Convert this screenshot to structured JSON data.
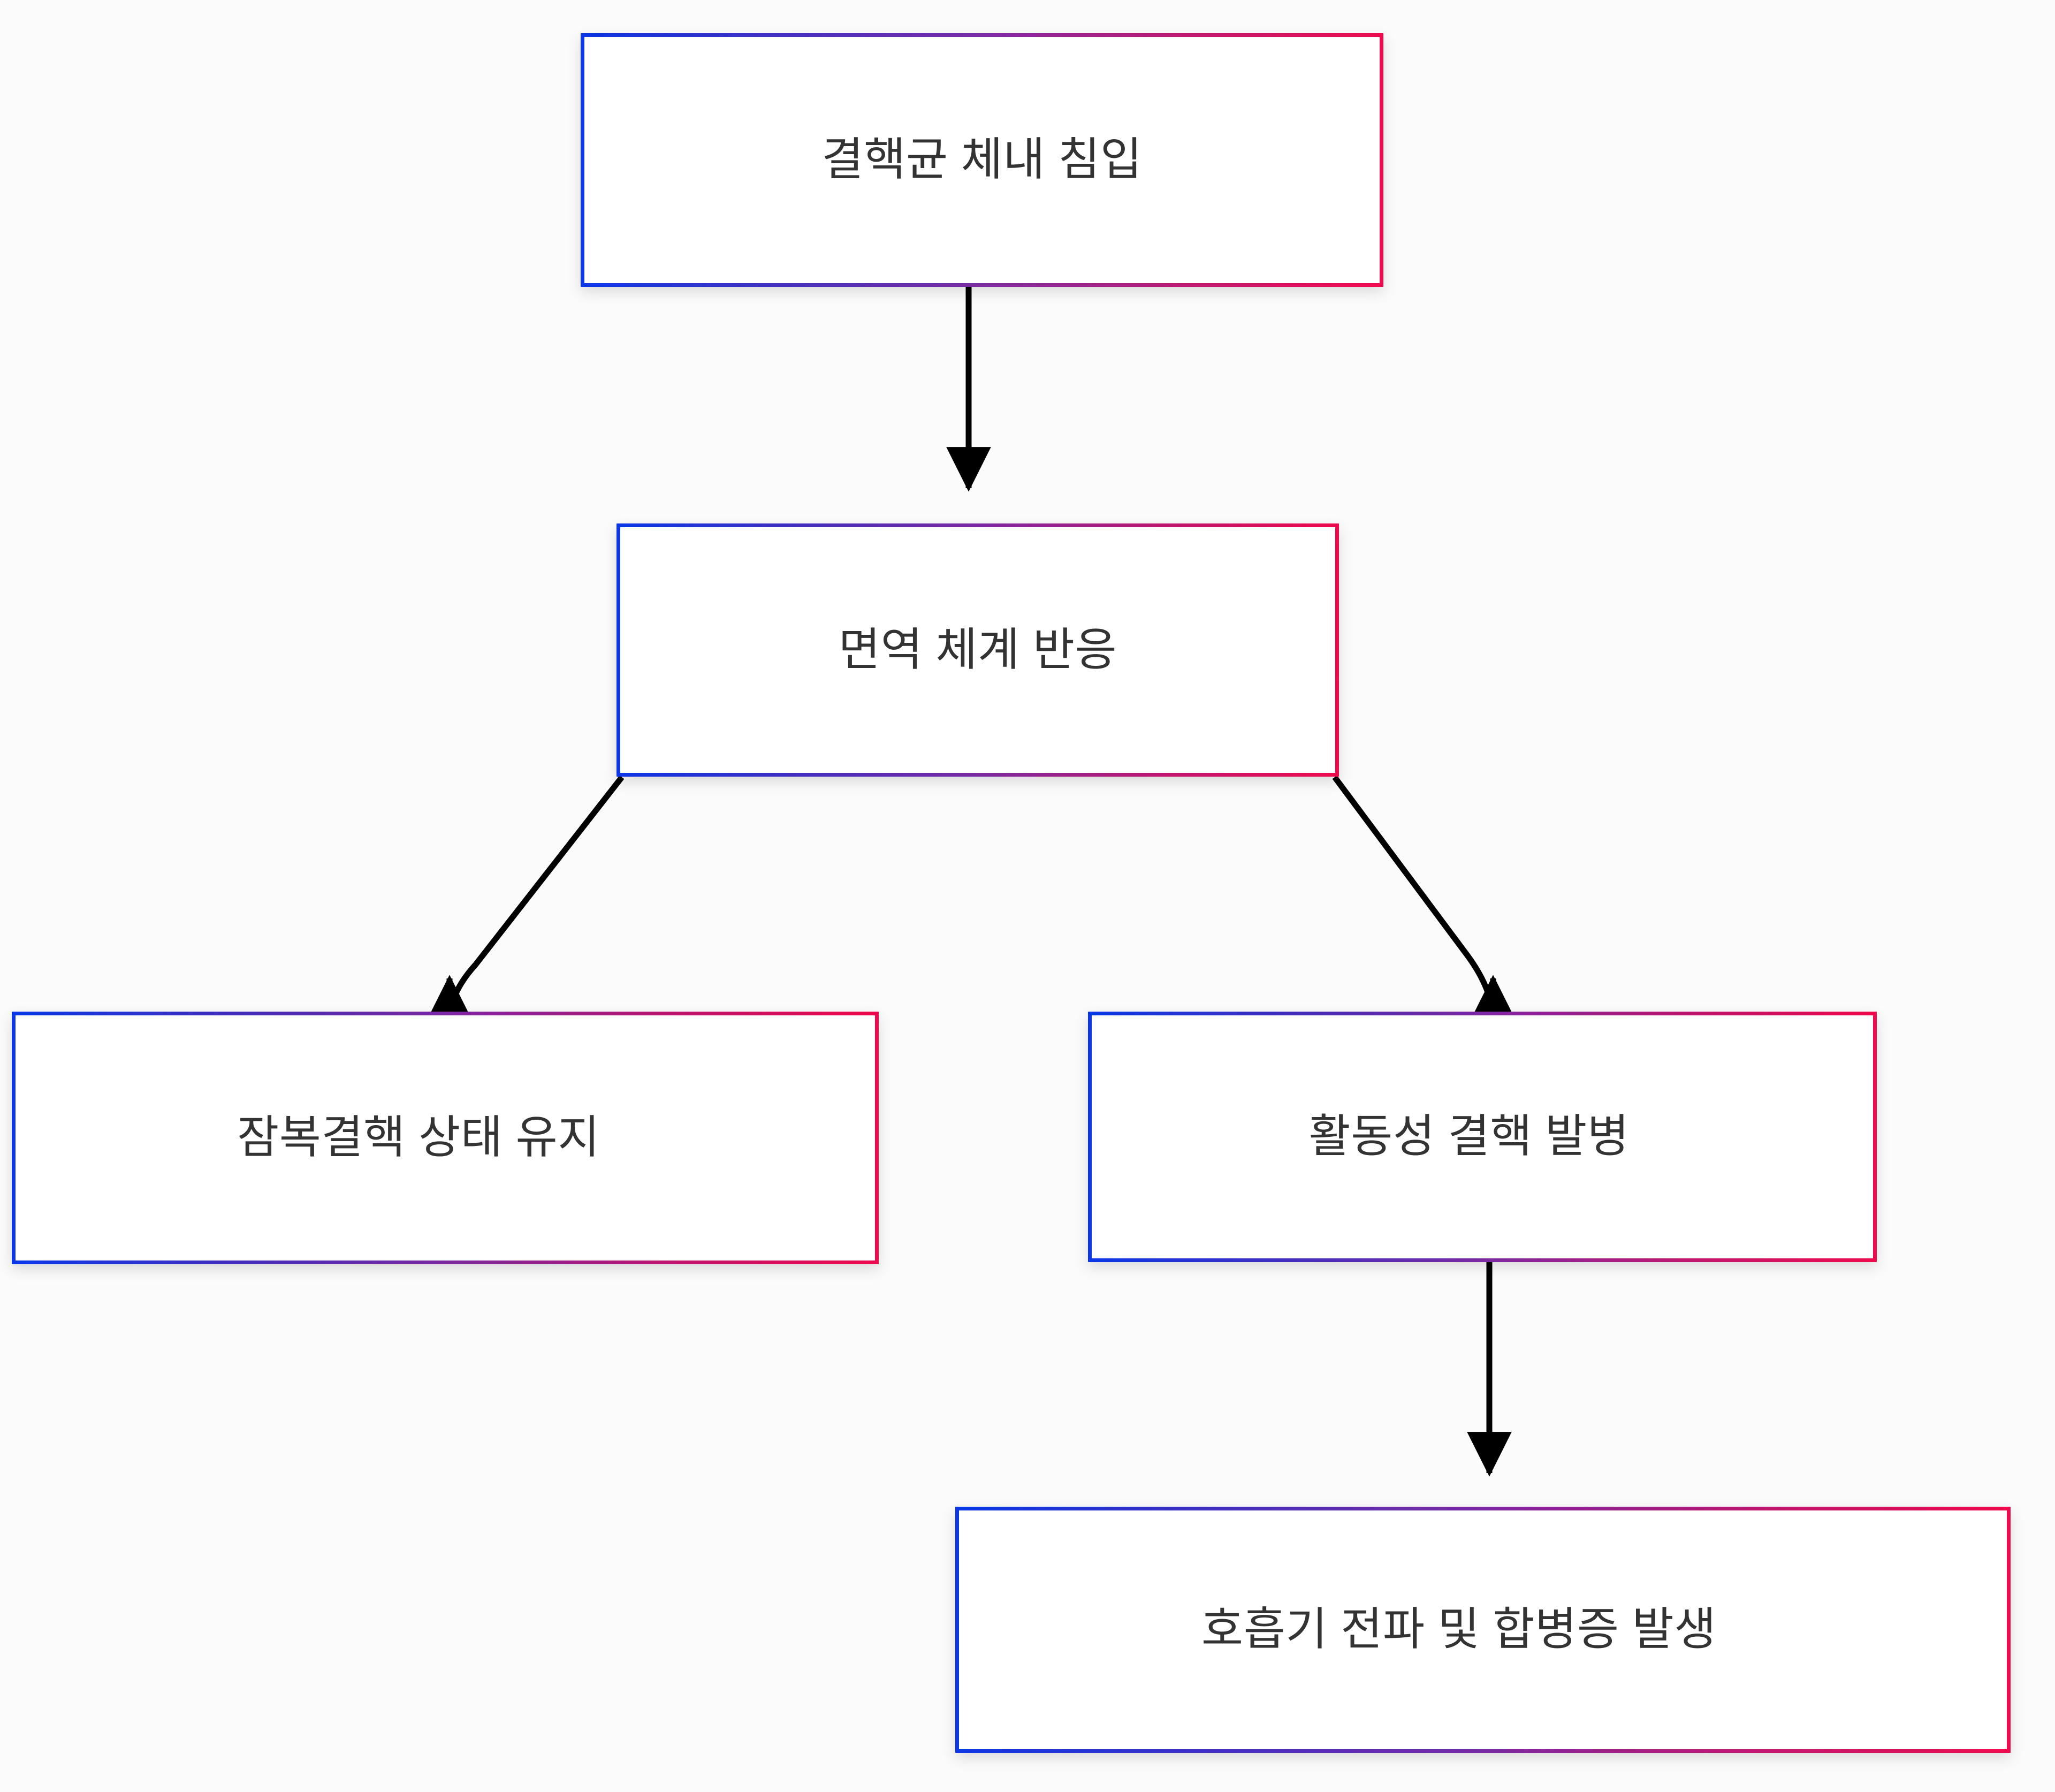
{
  "diagram": {
    "type": "flowchart",
    "direction": "top-down",
    "background_color": "#fbfbfb",
    "text_color": "#333333",
    "edge_color": "#000000",
    "border_gradient": {
      "from": "#0a37e8",
      "mid": "#7b2aa2",
      "to": "#ee0b4d",
      "angle": "90deg"
    },
    "nodes": [
      {
        "id": "n0",
        "label": "결핵균 체내 침입"
      },
      {
        "id": "n1",
        "label": "면역 체계 반응"
      },
      {
        "id": "n2",
        "label": "잠복결핵 상태 유지"
      },
      {
        "id": "n3",
        "label": "활동성 결핵 발병"
      },
      {
        "id": "n4",
        "label": "호흡기 전파 및 합병증 발생"
      }
    ],
    "edges": [
      {
        "from": "n0",
        "to": "n1",
        "style": "straight",
        "arrow": "down"
      },
      {
        "from": "n1",
        "to": "n2",
        "style": "elbow-left",
        "arrow": "down"
      },
      {
        "from": "n1",
        "to": "n3",
        "style": "elbow-right",
        "arrow": "down"
      },
      {
        "from": "n3",
        "to": "n4",
        "style": "straight",
        "arrow": "down"
      }
    ]
  }
}
